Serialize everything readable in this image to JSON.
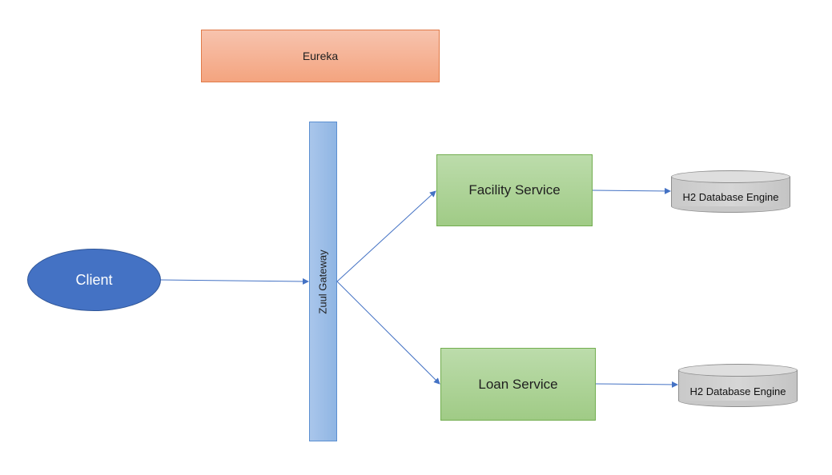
{
  "nodes": {
    "eureka": "Eureka",
    "gateway": "Zuul Gateway",
    "client": "Client",
    "facility_service": "Facility Service",
    "loan_service": "Loan Service",
    "db_facility": "H2 Database Engine",
    "db_loan": "H2 Database Engine"
  },
  "colors": {
    "eureka_fill": "#f4a47f",
    "gateway_fill": "#9dbde7",
    "client_fill": "#4472c4",
    "service_fill": "#a9d18e",
    "database_fill": "#d0d0d0",
    "arrow": "#4472c4"
  },
  "edges": [
    {
      "from": "client",
      "to": "gateway"
    },
    {
      "from": "gateway",
      "to": "facility_service"
    },
    {
      "from": "gateway",
      "to": "loan_service"
    },
    {
      "from": "facility_service",
      "to": "db_facility"
    },
    {
      "from": "loan_service",
      "to": "db_loan"
    }
  ]
}
